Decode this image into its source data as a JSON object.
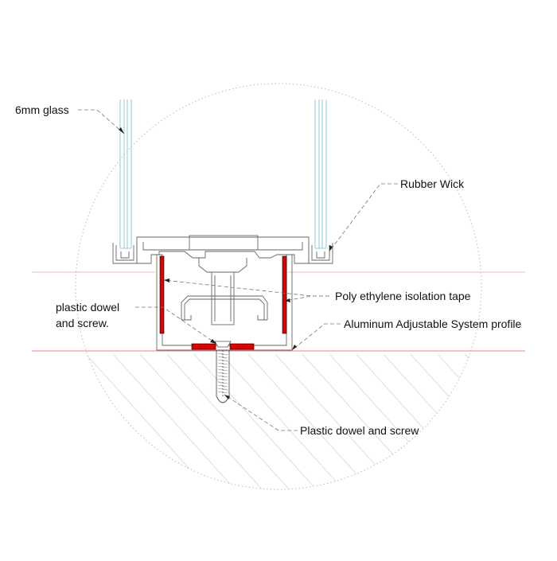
{
  "labels": {
    "glass": "6mm glass",
    "rubber_wick": "Rubber Wick",
    "isolation_tape": "Poly ethylene isolation tape",
    "dowel_left_line1": "plastic dowel",
    "dowel_left_line2": "and screw.",
    "aluminum_profile": "Aluminum Adjustable System profile",
    "dowel_bottom": "Plastic dowel and screw"
  },
  "colors": {
    "tape": "#e00000",
    "glass": "#9fd4e0",
    "floor_line": "#f08080",
    "linework": "#555555"
  }
}
